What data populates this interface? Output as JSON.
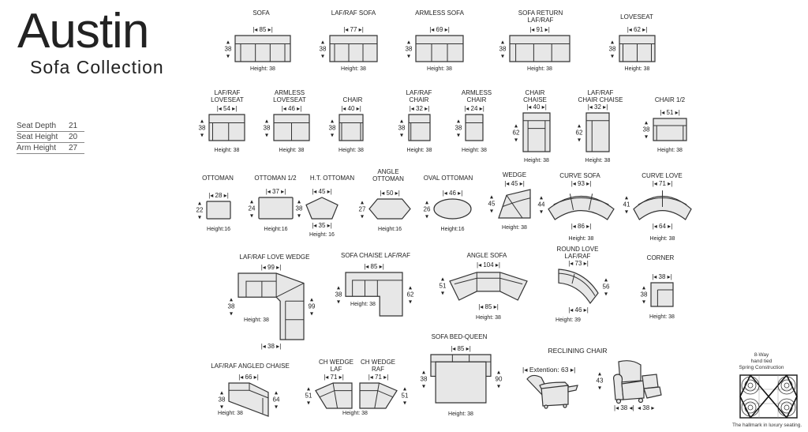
{
  "title": "Austin",
  "subtitle": "Sofa Collection",
  "specs": [
    {
      "label": "Seat Depth",
      "value": "21"
    },
    {
      "label": "Seat Height",
      "value": "20"
    },
    {
      "label": "Arm Height",
      "value": "27"
    }
  ],
  "pieces": [
    {
      "label": [
        "SOFA"
      ],
      "top": "85",
      "left": "38",
      "height": "Height: 38"
    },
    {
      "label": [
        "LAF/RAF  SOFA"
      ],
      "top": "77",
      "left": "38",
      "height": "Height: 38"
    },
    {
      "label": [
        "ARMLESS  SOFA"
      ],
      "top": "69",
      "left": "38",
      "height": "Height: 38"
    },
    {
      "label": [
        "SOFA RETURN",
        "LAF/RAF"
      ],
      "top": "91",
      "left": "38",
      "height": "Height: 38"
    },
    {
      "label": [
        "LOVESEAT"
      ],
      "top": "62",
      "left": "38",
      "height": "Height: 38"
    },
    {
      "label": [
        "LAF/RAF",
        "LOVESEAT"
      ],
      "top": "54",
      "left": "38",
      "height": "Height: 38"
    },
    {
      "label": [
        "ARMLESS",
        "LOVESEAT"
      ],
      "top": "46",
      "left": "38",
      "height": "Height: 38"
    },
    {
      "label": [
        "CHAIR"
      ],
      "top": "40",
      "left": "38",
      "height": "Height: 38"
    },
    {
      "label": [
        "LAF/RAF",
        "CHAIR"
      ],
      "top": "32",
      "left": "38",
      "height": "Height: 38"
    },
    {
      "label": [
        "ARMLESS",
        "CHAIR"
      ],
      "top": "24",
      "left": "38",
      "height": "Height: 38"
    },
    {
      "label": [
        "CHAIR",
        "CHAISE"
      ],
      "top": "40",
      "left": "62",
      "height": "Height: 38"
    },
    {
      "label": [
        "LAF/RAF",
        "CHAIR CHAISE"
      ],
      "top": "32",
      "left": "62",
      "height": "Height: 38"
    },
    {
      "label": [
        "CHAIR 1/2"
      ],
      "top": "51",
      "left": "38",
      "height": "Height: 38"
    },
    {
      "label": [
        "OTTOMAN"
      ],
      "top": "28",
      "left": "22",
      "height": "Height:16"
    },
    {
      "label": [
        "OTTOMAN 1/2"
      ],
      "top": "37",
      "left": "24",
      "height": "Height:16"
    },
    {
      "label": [
        "H.T. OTTOMAN"
      ],
      "top": "45",
      "left": "38",
      "bottom": "35",
      "height": "Height: 16"
    },
    {
      "label": [
        "ANGLE",
        "OTTOMAN"
      ],
      "top": "50",
      "left": "27",
      "height": "Height:16"
    },
    {
      "label": [
        "OVAL OTTOMAN"
      ],
      "top": "46",
      "left": "26",
      "height": "Height:16"
    },
    {
      "label": [
        "WEDGE"
      ],
      "top": "45",
      "left": "45",
      "height": "Height: 38"
    },
    {
      "label": [
        "CURVE SOFA"
      ],
      "top": "93",
      "left": "44",
      "bottom": "86",
      "height": "Height: 38"
    },
    {
      "label": [
        "CURVE LOVE"
      ],
      "top": "71",
      "left": "41",
      "bottom": "64",
      "height": "Height: 38"
    },
    {
      "label": [
        "LAF/RAF LOVE WEDGE"
      ],
      "top": "99",
      "left": "38",
      "right": "99",
      "bottom": "38",
      "height": "Height: 38"
    },
    {
      "label": [
        "SOFA CHAISE LAF/RAF"
      ],
      "top": "85",
      "left": "38",
      "right": "62",
      "height": "Height: 38"
    },
    {
      "label": [
        "ANGLE SOFA"
      ],
      "top": "104",
      "left": "51",
      "bottom": "85",
      "height": "Height: 38"
    },
    {
      "label": [
        "ROUND LOVE",
        "LAF/RAF"
      ],
      "top": "73",
      "right": "56",
      "bottom": "46",
      "height": "Height: 39"
    },
    {
      "label": [
        "CORNER"
      ],
      "top": "38",
      "left": "38",
      "height": "Height: 38"
    },
    {
      "label": [
        "LAF/RAF ANGLED CHAISE"
      ],
      "top": "66",
      "left": "38",
      "right": "64",
      "height": "Height: 38"
    },
    {
      "label": [
        "CH WEDGE",
        "LAF"
      ],
      "top": "71",
      "left": "51",
      "height": "Height: 38"
    },
    {
      "label": [
        "CH WEDGE",
        "RAF"
      ],
      "top": "71",
      "right": "51"
    },
    {
      "label": [
        "SOFA BED-QUEEN"
      ],
      "top": "85",
      "left": "38",
      "right": "90",
      "height": "Height: 38"
    }
  ],
  "recliner": {
    "label": "RECLINING CHAIR",
    "extension": "Extention: 63",
    "height_dim": "43",
    "depth_dim": "38",
    "width_dim": "38"
  },
  "spring": {
    "lines": [
      "8-Way",
      "hand tied",
      "Spring Construction"
    ],
    "footer": "The hallmark in luxury seating."
  }
}
